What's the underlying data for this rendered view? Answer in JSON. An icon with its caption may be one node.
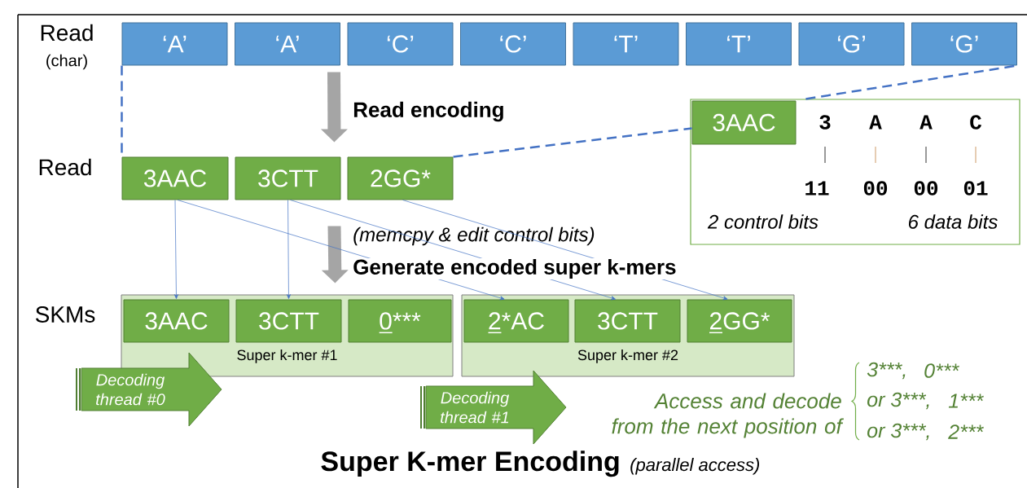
{
  "diagram": {
    "title": "Super K-mer Encoding",
    "nodes": [
      {
        "text": [
          "‘A’"
        ]
      },
      {
        "text": [
          "‘A’"
        ]
      },
      {
        "text": [
          "‘C’"
        ]
      },
      {
        "text": [
          "‘C’"
        ]
      },
      {
        "text": [
          "‘T’"
        ]
      },
      {
        "text": [
          "‘T’"
        ]
      },
      {
        "text": [
          "‘G’"
        ]
      },
      {
        "text": [
          "‘G’"
        ]
      },
      {
        "text": [
          "3AAC"
        ]
      },
      {
        "text": [
          "3CTT"
        ]
      },
      {
        "text": [
          "2GG*"
        ]
      },
      {
        "text": [
          "Super k-mer #1"
        ]
      },
      {
        "text": [
          "3AAC"
        ],
        "in": 11
      },
      {
        "text": [
          "3CTT"
        ],
        "in": 11
      },
      {
        "text": [
          "0***"
        ],
        "in": 11
      },
      {
        "text": [
          "Super k-mer #2"
        ]
      },
      {
        "text": [
          "2*AC"
        ],
        "in": 15
      },
      {
        "text": [
          "3CTT"
        ],
        "in": 15
      },
      {
        "text": [
          "2GG*"
        ],
        "in": 15
      },
      {
        "text": [
          "Decoding thread #0"
        ]
      },
      {
        "text": [
          "Decoding thread #1"
        ]
      },
      {
        "text": [
          "2 control bits",
          "6 data bits"
        ]
      },
      {
        "text": [
          "3AAC"
        ],
        "in": 21
      }
    ],
    "edges": [
      {
        "from": 1,
        "to": 9,
        "arrow": "to",
        "label": "Read encoding",
        "style": "thick",
        "color": "#a5a5a5"
      },
      {
        "from": 9,
        "to": 13,
        "arrow": "to",
        "label": "Generate encoded super k-mers",
        "style": "thick",
        "color": "#a5a5a5"
      },
      {
        "from": 0,
        "to": 8,
        "arrow": "none",
        "style": "dashed"
      },
      {
        "from": 10,
        "to": 22,
        "arrow": "none",
        "style": "dashed"
      },
      {
        "from": 21,
        "to": 7,
        "arrow": "none",
        "style": "dashed"
      },
      {
        "from": 8,
        "to": 12,
        "arrow": "to"
      },
      {
        "from": 8,
        "to": 16,
        "arrow": "to"
      },
      {
        "from": 9,
        "to": 13,
        "arrow": "to"
      },
      {
        "from": 9,
        "to": 17,
        "arrow": "to"
      },
      {
        "from": 10,
        "to": 18,
        "arrow": "to"
      }
    ],
    "labels": [
      "Read",
      "(char)",
      "Read",
      "3",
      "A",
      "A",
      "C",
      "11",
      "00",
      "00",
      "01",
      "(memcpy & edit control bits)",
      "SKMs",
      "Access and decode from the next position of",
      "3***,",
      "0***",
      "or 3***,",
      "1***",
      "or 3***,",
      "2***",
      "(parallel access)"
    ]
  }
}
